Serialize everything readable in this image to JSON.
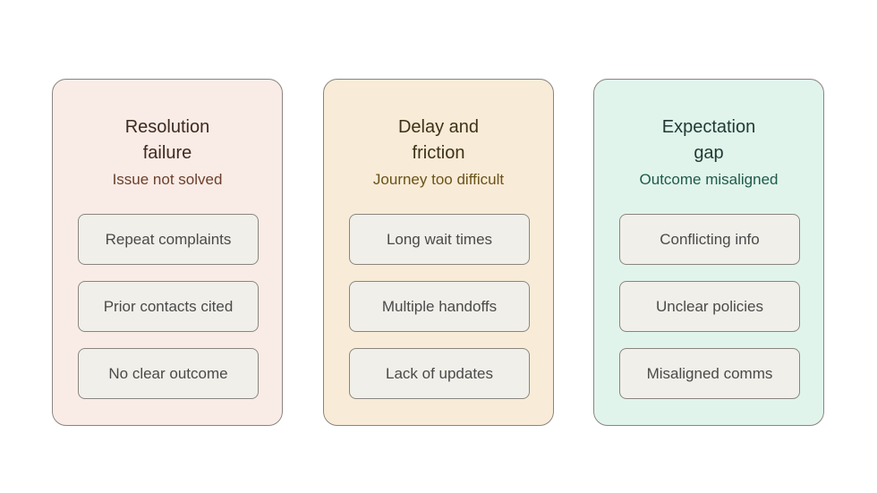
{
  "columns": [
    {
      "title": "Resolution\nfailure",
      "subtitle": "Issue not solved",
      "items": [
        "Repeat complaints",
        "Prior contacts cited",
        "No clear outcome"
      ],
      "colors": {
        "background": "#f9ece7",
        "title": "#3d2a1f",
        "subtitle": "#6b3f2a"
      }
    },
    {
      "title": "Delay and\nfriction",
      "subtitle": "Journey too difficult",
      "items": [
        "Long wait times",
        "Multiple handoffs",
        "Lack of updates"
      ],
      "colors": {
        "background": "#f8ecd8",
        "title": "#3d3117",
        "subtitle": "#6b5218"
      }
    },
    {
      "title": "Expectation\ngap",
      "subtitle": "Outcome misaligned",
      "items": [
        "Conflicting info",
        "Unclear policies",
        "Misaligned comms"
      ],
      "colors": {
        "background": "#e1f4ec",
        "title": "#1f3a33",
        "subtitle": "#1f5a4a"
      }
    }
  ]
}
